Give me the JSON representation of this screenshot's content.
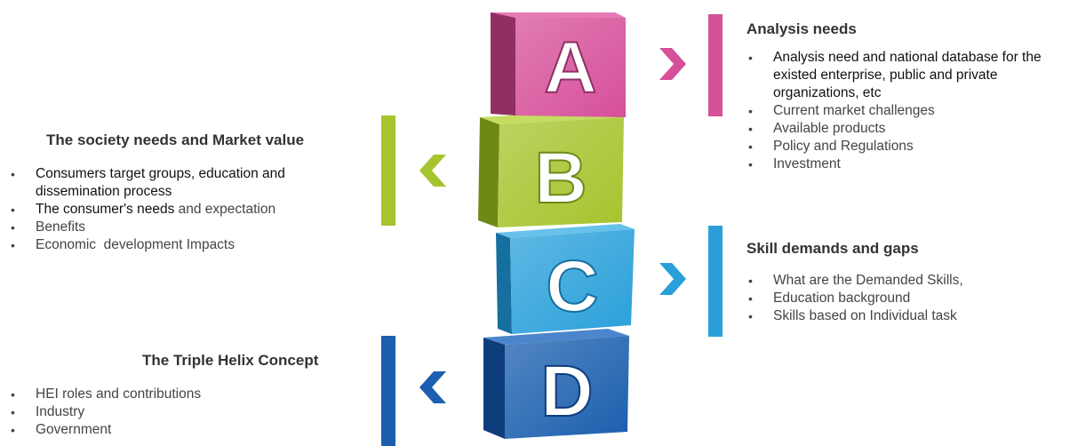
{
  "blocks": [
    {
      "letter": "A",
      "front": "#d6509a",
      "side": "#8f2f62",
      "top": "#e77ab5",
      "color": "#d6509a"
    },
    {
      "letter": "B",
      "front": "#a6c42d",
      "side": "#6e8a16",
      "top": "#c5dc62",
      "color": "#a6c42d"
    },
    {
      "letter": "C",
      "front": "#2aa0da",
      "side": "#156f9f",
      "top": "#68c1ea",
      "color": "#2aa0da"
    },
    {
      "letter": "D",
      "front": "#1b5fae",
      "side": "#0e3d7c",
      "top": "#4b86cc",
      "color": "#1b5fae"
    }
  ],
  "sections": {
    "analysis": {
      "title": "Analysis needs",
      "items": [
        "Analysis need and national database for the existed enterprise, public and private organizations, etc",
        "Current market challenges",
        "Available products",
        "Policy and Regulations",
        "Investment"
      ]
    },
    "society": {
      "title": "The society needs and Market value",
      "items": [
        "Consumers target groups, education and dissemination process",
        "The consumer's needs",
        " and expectation",
        "Benefits",
        "Economic  development Impacts"
      ]
    },
    "skills": {
      "title": "Skill demands and gaps",
      "items": [
        "What are the Demanded Skills,",
        "Education background",
        "Skills based on Individual task"
      ]
    },
    "helix": {
      "title": "The Triple Helix Concept",
      "items": [
        "HEI roles and contributions",
        "Industry",
        "Government"
      ]
    }
  }
}
